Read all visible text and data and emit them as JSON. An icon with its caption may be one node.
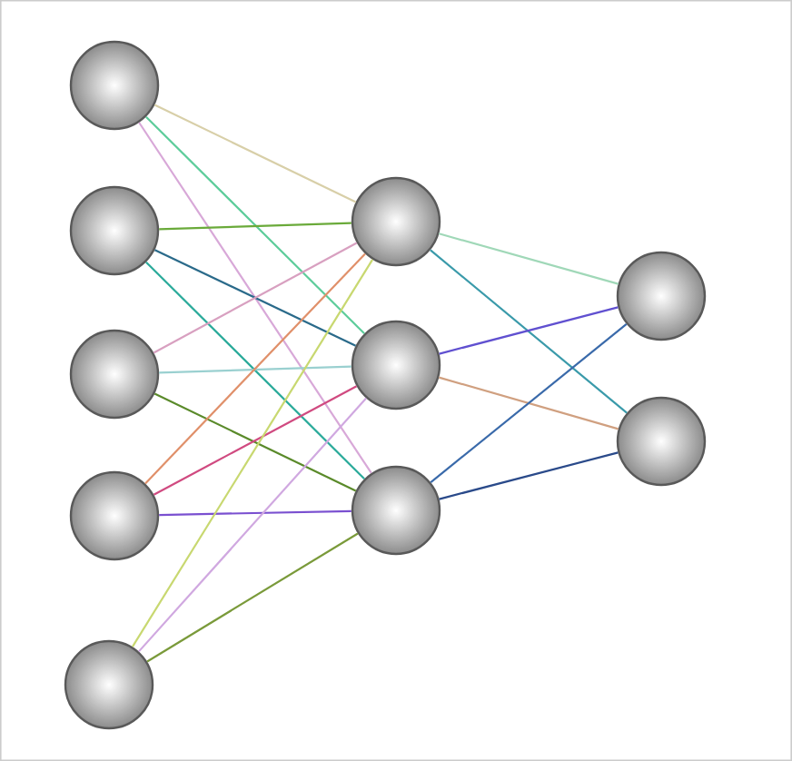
{
  "diagram": {
    "nodes": [
      {
        "text": [],
        "shape": "circle"
      },
      {
        "text": [],
        "shape": "circle"
      },
      {
        "text": [],
        "shape": "circle"
      },
      {
        "text": [],
        "shape": "circle"
      },
      {
        "text": [],
        "shape": "circle"
      },
      {
        "text": [],
        "shape": "circle"
      },
      {
        "text": [],
        "shape": "circle"
      },
      {
        "text": [],
        "shape": "circle"
      },
      {
        "text": [],
        "shape": "circle"
      },
      {
        "text": [],
        "shape": "circle"
      }
    ],
    "edges": [
      {
        "from": 0,
        "to": 5,
        "arrow": "none",
        "color": "#d8cfa8"
      },
      {
        "from": 0,
        "to": 6,
        "arrow": "none",
        "color": "#5ccc9a"
      },
      {
        "from": 0,
        "to": 7,
        "arrow": "none",
        "color": "#d8a8d8"
      },
      {
        "from": 1,
        "to": 5,
        "arrow": "none",
        "color": "#6aaa3a"
      },
      {
        "from": 1,
        "to": 6,
        "arrow": "none",
        "color": "#2a6a8a"
      },
      {
        "from": 1,
        "to": 7,
        "arrow": "none",
        "color": "#2aaa9a"
      },
      {
        "from": 2,
        "to": 5,
        "arrow": "none",
        "color": "#d8a0c0"
      },
      {
        "from": 2,
        "to": 6,
        "arrow": "none",
        "color": "#9ad0d0"
      },
      {
        "from": 2,
        "to": 7,
        "arrow": "none",
        "color": "#5a8a2a"
      },
      {
        "from": 3,
        "to": 5,
        "arrow": "none",
        "color": "#e0906a"
      },
      {
        "from": 3,
        "to": 6,
        "arrow": "none",
        "color": "#d04a80"
      },
      {
        "from": 3,
        "to": 7,
        "arrow": "none",
        "color": "#7a50d0"
      },
      {
        "from": 4,
        "to": 5,
        "arrow": "none",
        "color": "#c8d870"
      },
      {
        "from": 4,
        "to": 6,
        "arrow": "none",
        "color": "#d0a8e0"
      },
      {
        "from": 4,
        "to": 7,
        "arrow": "none",
        "color": "#7a9a3a"
      },
      {
        "from": 5,
        "to": 8,
        "arrow": "none",
        "color": "#a0d8b8"
      },
      {
        "from": 5,
        "to": 9,
        "arrow": "none",
        "color": "#3a9aaa"
      },
      {
        "from": 6,
        "to": 8,
        "arrow": "none",
        "color": "#6050d0"
      },
      {
        "from": 6,
        "to": 9,
        "arrow": "none",
        "color": "#d0a080"
      },
      {
        "from": 7,
        "to": 8,
        "arrow": "none",
        "color": "#3a6aaa"
      },
      {
        "from": 7,
        "to": 9,
        "arrow": "none",
        "color": "#2a4a8a"
      }
    ]
  }
}
